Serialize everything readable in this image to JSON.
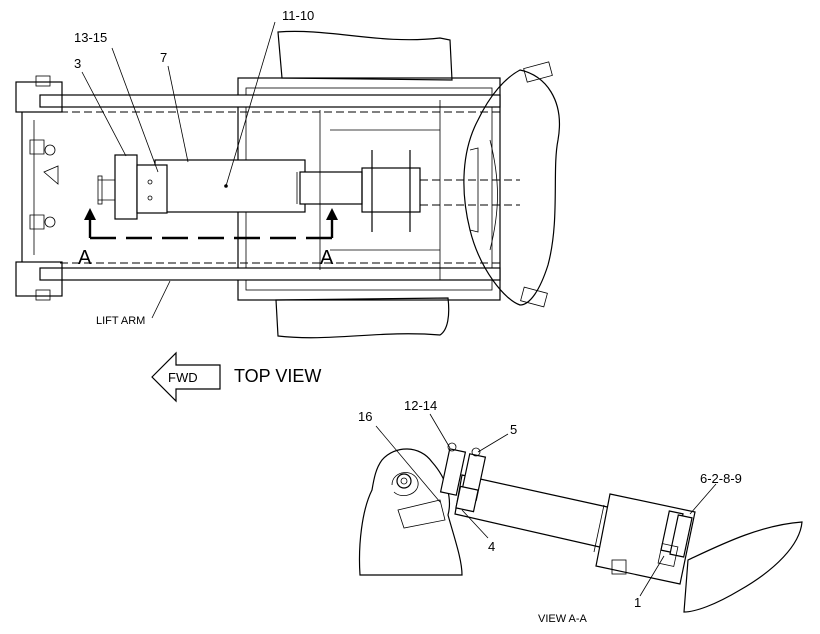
{
  "callouts": {
    "c_11_10": "11-10",
    "c_13_15": "13-15",
    "c_3": "3",
    "c_7": "7",
    "c_12_14": "12-14",
    "c_16": "16",
    "c_5": "5",
    "c_4": "4",
    "c_6_2_8_9": "6-2-8-9",
    "c_1": "1"
  },
  "labels": {
    "section_left": "A",
    "section_right": "A",
    "lift_arm": "LIFT ARM",
    "fwd": "FWD",
    "top_view": "TOP VIEW",
    "view_aa": "VIEW A-A"
  }
}
